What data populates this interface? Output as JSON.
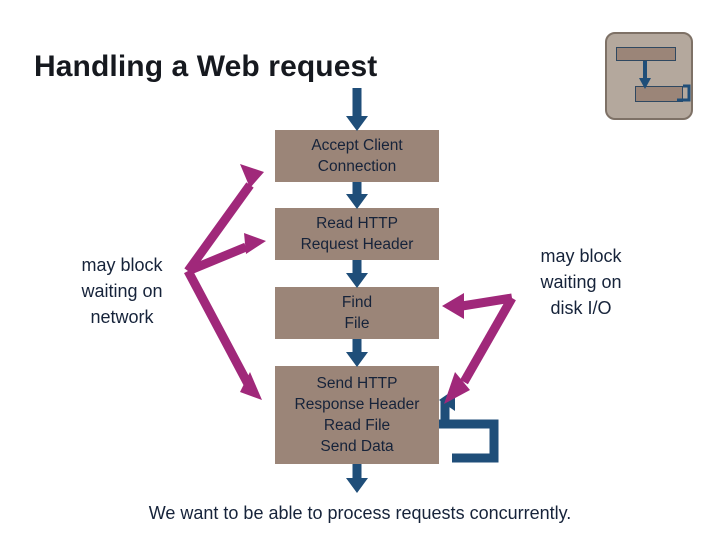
{
  "slide": {
    "title": "Handling a Web request",
    "caption": "We want to be able to process requests concurrently.",
    "background": "#ffffff",
    "box_fill": "#9b8578",
    "arrow_blue": "#1f4e79",
    "arrow_magenta": "#a0287a",
    "text_color": "#16233a"
  },
  "flow": {
    "boxes": [
      {
        "name": "accept-client-connection",
        "lines": [
          "Accept Client",
          "Connection"
        ]
      },
      {
        "name": "read-http-request-header",
        "lines": [
          "Read HTTP",
          "Request Header"
        ]
      },
      {
        "name": "find-file",
        "lines": [
          "Find",
          "File"
        ]
      },
      {
        "name": "send-http-response-header",
        "lines": [
          "Send HTTP",
          "Response Header"
        ]
      },
      {
        "name": "read-file",
        "lines": [
          "Read File"
        ]
      },
      {
        "name": "send-data",
        "lines": [
          "Send Data"
        ]
      }
    ]
  },
  "labels": {
    "left": [
      "may block",
      "waiting on",
      "network"
    ],
    "right": [
      "may block",
      "waiting on",
      "disk I/O"
    ]
  },
  "icons": {
    "corner": "document-flow-icon",
    "arrow_down": "arrow-down-icon",
    "arrow_up_left": "arrow-up-left-icon",
    "arrow_loop": "loop-arrow-icon"
  }
}
